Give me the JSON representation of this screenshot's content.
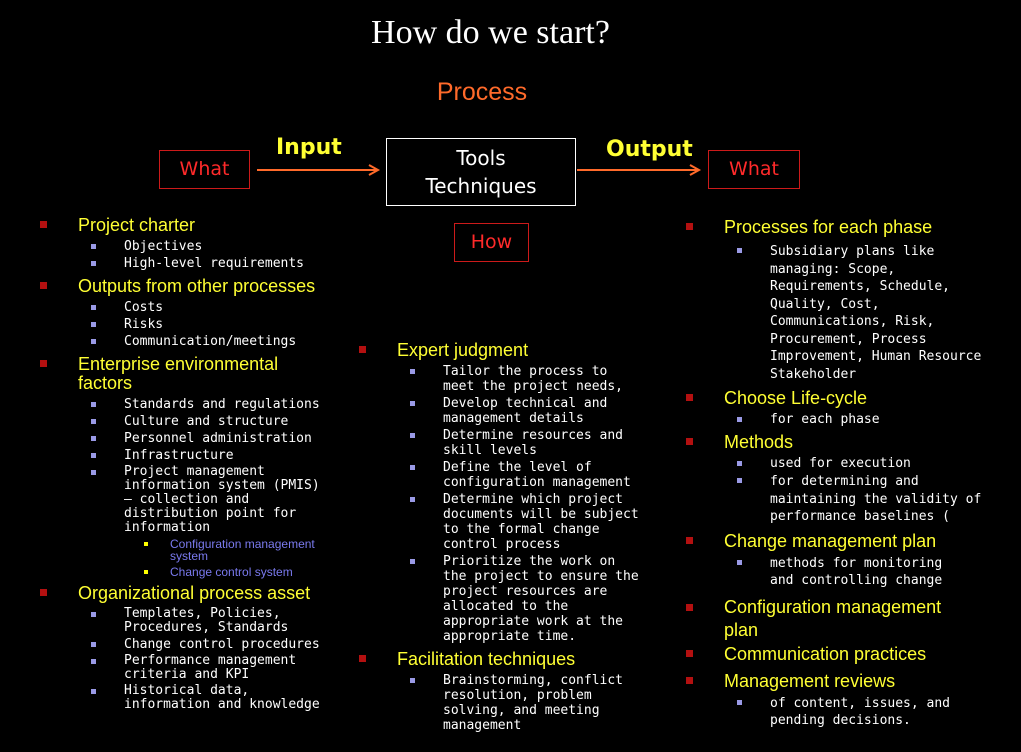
{
  "title": "How do we start?",
  "process_label": "Process",
  "input_label": "Input",
  "output_label": "Output",
  "what_left": "What",
  "what_right": "What",
  "how": "How",
  "tools_line1": "Tools",
  "tools_line2": "Techniques",
  "left": [
    {
      "label": "Project charter",
      "subs": [
        {
          "text": "Objectives"
        },
        {
          "text": "High-level requirements"
        }
      ]
    },
    {
      "label": "Outputs from other processes",
      "subs": [
        {
          "text": "Costs"
        },
        {
          "text": "Risks"
        },
        {
          "text": "Communication/meetings"
        }
      ]
    },
    {
      "label": "Enterprise environmental factors",
      "subs": [
        {
          "text": "Standards and regulations"
        },
        {
          "text": "Culture and structure"
        },
        {
          "text": "Personnel administration"
        },
        {
          "text": "Infrastructure"
        },
        {
          "text": "Project management information system (PMIS) – collection and distribution point for information",
          "subs": [
            {
              "text": "Configuration management system"
            },
            {
              "text": "Change control system"
            }
          ]
        }
      ]
    },
    {
      "label": "Organizational process asset",
      "subs": [
        {
          "text": "Templates, Policies, Procedures, Standards"
        },
        {
          "text": "Change control procedures"
        },
        {
          "text": "Performance management criteria and KPI"
        },
        {
          "text": "Historical data, information and knowledge"
        }
      ]
    }
  ],
  "middle": [
    {
      "label": "Expert judgment",
      "subs": [
        {
          "text": "Tailor the process to meet the project needs,"
        },
        {
          "text": "Develop technical and management details"
        },
        {
          "text": "Determine resources and skill levels"
        },
        {
          "text": "Define the level of configuration management"
        },
        {
          "text": "Determine which project documents will be subject to the formal change control process"
        },
        {
          "text": "Prioritize the work on the project to ensure the project resources are allocated to the appropriate work at the appropriate time."
        }
      ]
    },
    {
      "label": "Facilitation techniques",
      "subs": [
        {
          "text": "Brainstorming, conflict resolution, problem solving, and meeting management"
        }
      ]
    }
  ],
  "right": [
    {
      "label": "Processes for each phase",
      "subs": [
        {
          "text": "Subsidiary plans like managing: Scope, Requirements, Schedule, Quality, Cost, Communications, Risk, Procurement, Process Improvement, Human Resource Stakeholder"
        }
      ]
    },
    {
      "label": "Choose Life-cycle",
      "subs": [
        {
          "text": "for each phase"
        }
      ]
    },
    {
      "label": "Methods",
      "subs": [
        {
          "text": "used for execution"
        },
        {
          "text": "for determining and maintaining the validity of performance baselines ("
        }
      ]
    },
    {
      "label": "Change management plan",
      "subs": [
        {
          "text": "methods for monitoring and controlling change"
        }
      ]
    },
    {
      "label": "Configuration management plan",
      "subs": []
    },
    {
      "label": "Communication practices",
      "subs": []
    },
    {
      "label": "Management reviews",
      "subs": [
        {
          "text": "of content, issues, and pending decisions."
        }
      ]
    }
  ],
  "colors": {
    "title": "#ffffff",
    "accent_orange": "#ff6a2a",
    "heading_yellow": "#ffff33",
    "box_red": "#cc1a1a",
    "bullet_red": "#b31010",
    "bullet_blue": "#9a9ae6",
    "sub_sub_text": "#7a7aee"
  },
  "icons": {
    "level1_bullet": "square-bullet",
    "level2_bullet": "small-square-bullet",
    "arrow": "right-arrow"
  }
}
